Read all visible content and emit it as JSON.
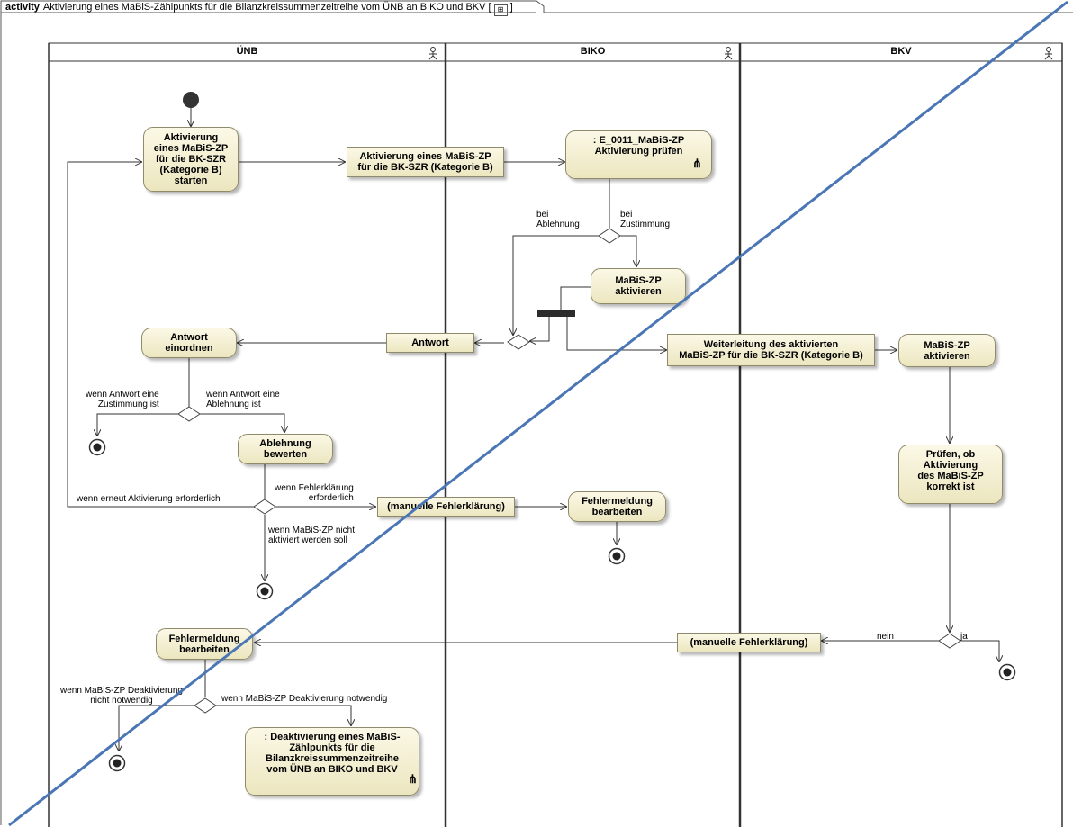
{
  "frame": {
    "keyword": "activity",
    "title": "Aktivierung eines MaBiS-Zählpunkts für die Bilanzkreissummenzeitreihe vom ÜNB an BIKO und BKV [",
    "title_end": "]"
  },
  "lanes": [
    "ÜNB",
    "BIKO",
    "BKV"
  ],
  "actions": {
    "start_activation": "Aktivierung\neines MaBiS-ZP\nfür die BK-SZR\n(Kategorie B)\nstarten",
    "check_activation": ": E_0011_MaBiS-ZP\nAktivierung prüfen",
    "biko_activate": "MaBiS-ZP\naktivieren",
    "sort_answer": "Antwort\neinordnen",
    "evaluate_rejection": "Ablehnung\nbewerten",
    "process_error_biko": "Fehlermeldung\nbearbeiten",
    "bkv_activate": "MaBiS-ZP\naktivieren",
    "check_correct": "Prüfen, ob\nAktivierung\ndes MaBiS-ZP\nkorrekt ist",
    "process_error_unb": "Fehlermeldung\nbearbeiten",
    "deactivation": ": Deaktivierung eines MaBiS-\nZählpunkts für die\nBilanzkreissummenzeitreihe\nvom ÜNB an BIKO und BKV"
  },
  "objects": {
    "activation_request": "Aktivierung eines MaBiS-ZP\nfür die BK-SZR (Kategorie B)",
    "answer": "Antwort",
    "forwarding": "Weiterleitung des aktivierten\nMaBiS-ZP für die BK-SZR (Kategorie B)",
    "manual_clearing_1": "(manuelle Fehlerklärung)",
    "manual_clearing_2": "(manuelle Fehlerklärung)"
  },
  "guards": {
    "on_rejection": "bei\nAblehnung",
    "on_approval": "bei\nZustimmung",
    "answer_approval": "wenn Antwort eine\nZustimmung ist",
    "answer_rejection": "wenn Antwort eine\nAblehnung ist",
    "error_clearing_needed": "wenn Fehlerklärung\nerforderlich",
    "reactivation_needed": "wenn erneut Aktivierung erforderlich",
    "not_activated": "wenn MaBiS-ZP nicht\naktiviert werden soll",
    "no": "nein",
    "yes": "ja",
    "deactivation_not_needed": "wenn MaBiS-ZP Deaktivierung\nnicht notwendig",
    "deactivation_needed": "wenn MaBiS-ZP Deaktivierung notwendig"
  },
  "colors": {
    "action_fill_top": "#fbf8e6",
    "action_fill_bottom": "#ece6bf",
    "border": "#8f8a6a",
    "overlay_line": "#4a76b5"
  }
}
